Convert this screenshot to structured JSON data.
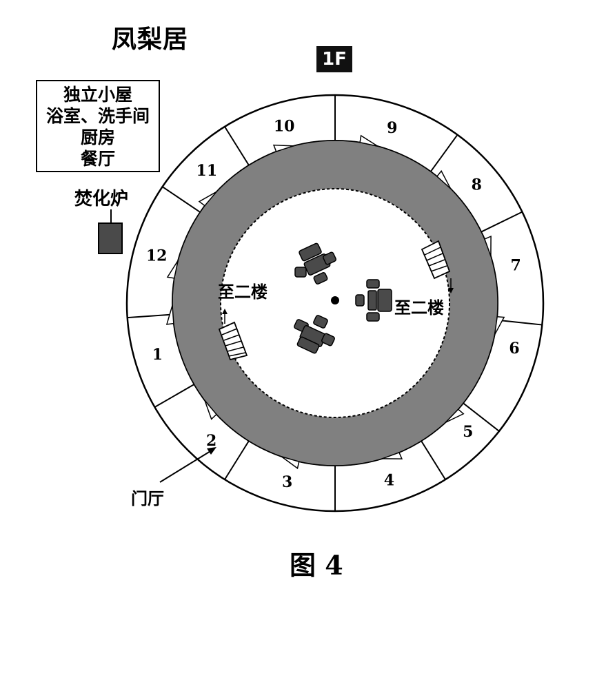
{
  "title": "凤梨居",
  "floor_badge": "1F",
  "legend": {
    "lines": [
      "独立小屋",
      "浴室、洗手间",
      "厨房",
      "餐厅"
    ]
  },
  "incinerator": {
    "label": "焚化炉"
  },
  "rooms": [
    "1",
    "2",
    "3",
    "4",
    "5",
    "6",
    "7",
    "8",
    "9",
    "10",
    "11",
    "12"
  ],
  "stairs_left_label": "至二楼",
  "stairs_right_label": "至二楼",
  "lobby_label": "门厅",
  "figure_caption": "图 4",
  "colors": {
    "ring": "#808080",
    "furniture": "#4a4a4a",
    "badge": "#111111"
  }
}
